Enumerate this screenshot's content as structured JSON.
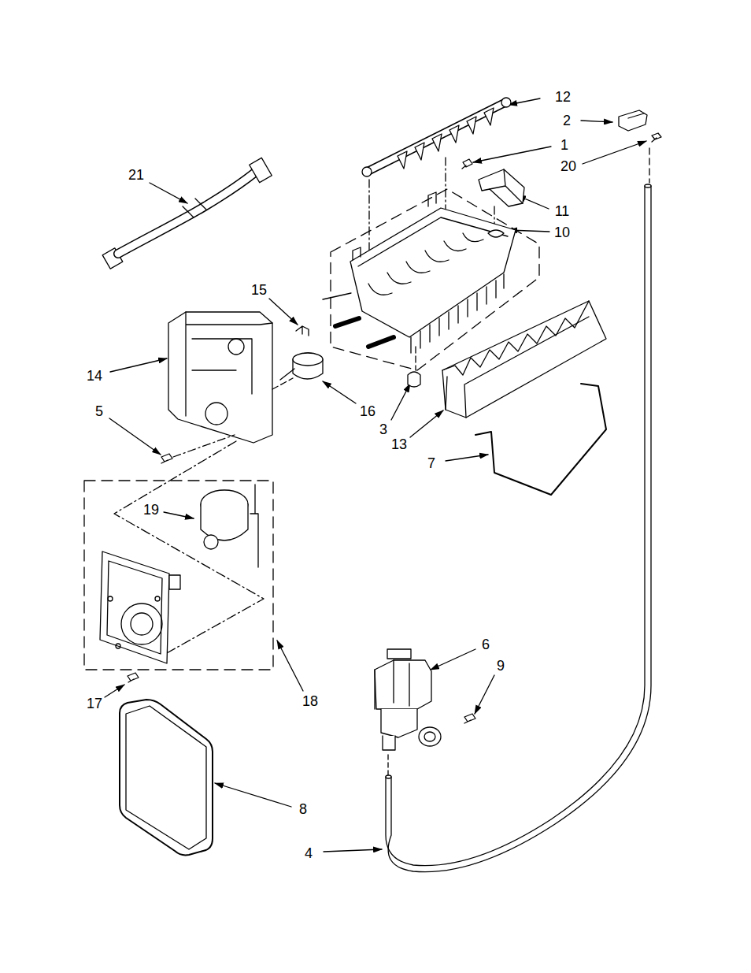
{
  "diagram": {
    "labels": [
      "12",
      "2",
      "1",
      "20",
      "21",
      "11",
      "10",
      "15",
      "14",
      "16",
      "5",
      "3",
      "13",
      "7",
      "19",
      "6",
      "9",
      "17",
      "18",
      "8",
      "4"
    ]
  }
}
